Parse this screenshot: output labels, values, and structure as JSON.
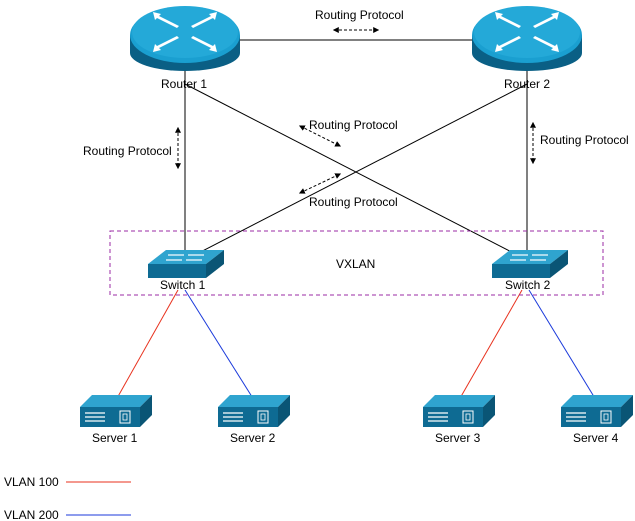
{
  "colors": {
    "background": "#ffffff",
    "link": "#000000",
    "vlan100": "#e8321e",
    "vlan200": "#1b3adb",
    "vxlan_border": "#9b2ba6",
    "device_front": "#0e6b93",
    "device_top": "#2fa4cf",
    "device_side": "#0a5575"
  },
  "routers": [
    {
      "label": "Router 1",
      "icon": "router-icon"
    },
    {
      "label": "Router 2",
      "icon": "router-icon"
    }
  ],
  "switches": [
    {
      "label": "Switch 1",
      "icon": "switch-icon"
    },
    {
      "label": "Switch 2",
      "icon": "switch-icon"
    }
  ],
  "servers": [
    {
      "label": "Server 1",
      "icon": "server-icon"
    },
    {
      "label": "Server 2",
      "icon": "server-icon"
    },
    {
      "label": "Server 3",
      "icon": "server-icon"
    },
    {
      "label": "Server 4",
      "icon": "server-icon"
    }
  ],
  "routing_labels": [
    "Routing Protocol",
    "Routing Protocol",
    "Routing Protocol",
    "Routing Protocol",
    "Routing Protocol"
  ],
  "vxlan_label": "VXLAN",
  "legend": [
    {
      "label": "VLAN 100",
      "color": "#e8321e"
    },
    {
      "label": "VLAN 200",
      "color": "#1b3adb"
    }
  ]
}
